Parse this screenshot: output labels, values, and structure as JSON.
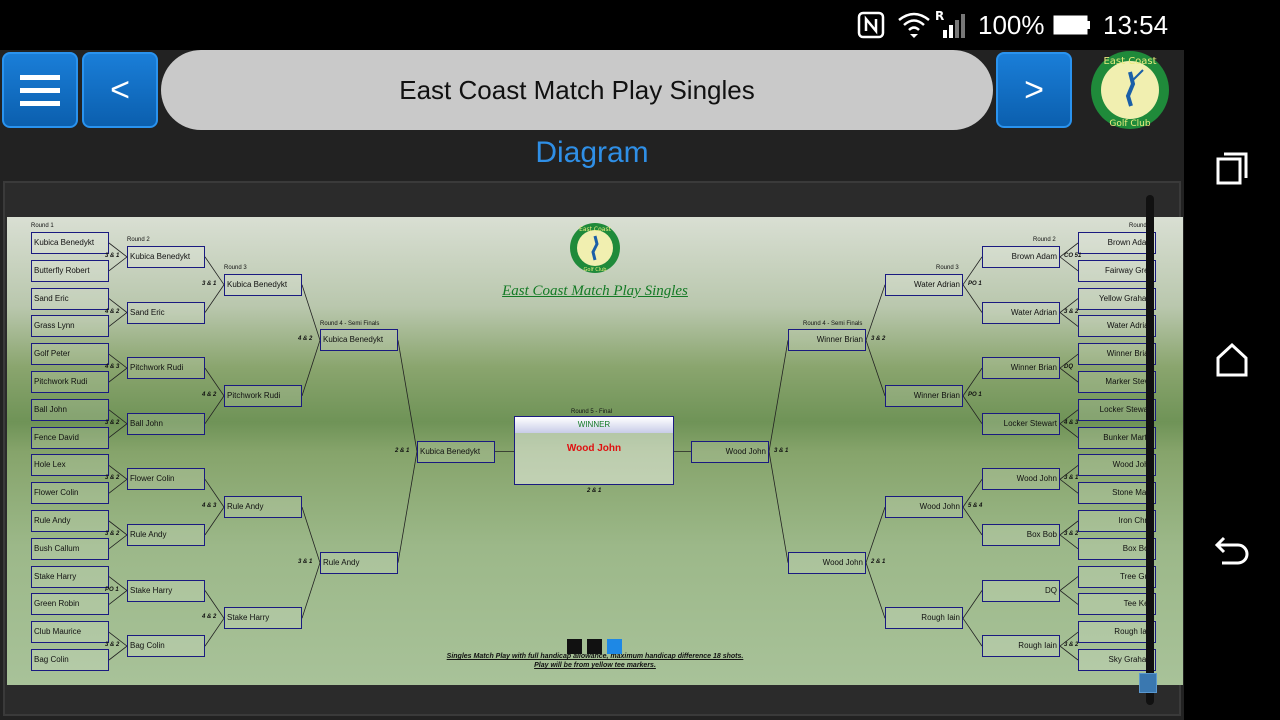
{
  "status_bar": {
    "battery": "100%",
    "time": "13:54",
    "icons": [
      "nfc-icon",
      "wifi-icon",
      "roaming-signal-icon",
      "battery-icon"
    ]
  },
  "header": {
    "title": "East Coast Match Play Singles",
    "back_label": "<",
    "forward_label": ">",
    "menu_icon": "hamburger-menu-icon",
    "logo": {
      "line1": "East Coast",
      "line2": "Golf Club"
    }
  },
  "subtitle": "Diagram",
  "diagram": {
    "title": "East Coast Match Play Singles",
    "logo": {
      "line1": "East Coast",
      "line2": "Golf Club"
    },
    "round_labels": {
      "r1": "Round 1",
      "r2": "Round 2",
      "r3": "Round 3",
      "r4": "Round 4 - Semi Finals",
      "r5": "Round 5 - Final"
    },
    "left": {
      "r1": [
        "Kubica Benedykt",
        "Butterfly Robert",
        "Sand Eric",
        "Grass Lynn",
        "Golf Peter",
        "Pitchwork Rudi",
        "Ball John",
        "Fence David",
        "Hole Lex",
        "Flower Colin",
        "Rule Andy",
        "Bush Callum",
        "Stake Harry",
        "Green Robin",
        "Club Maurice",
        "Bag Colin"
      ],
      "r1_scores": [
        "3 & 1",
        "4 & 2",
        "4 & 3",
        "3 & 2",
        "3 & 2",
        "3 & 2",
        "PO 1",
        "3 & 2"
      ],
      "r2": [
        "Kubica Benedykt",
        "Sand Eric",
        "Pitchwork Rudi",
        "Ball John",
        "Flower Colin",
        "Rule Andy",
        "Stake Harry",
        "Bag Colin"
      ],
      "r2_scores": [
        "3 & 1",
        "4 & 2",
        "4 & 3",
        "4 & 2"
      ],
      "r3": [
        "Kubica Benedykt",
        "Pitchwork Rudi",
        "Rule Andy",
        "Stake Harry"
      ],
      "r3_scores": [
        "4 & 2",
        "3 & 1"
      ],
      "r4": [
        "Kubica Benedykt",
        "Rule Andy"
      ],
      "r4_score": "2 & 1",
      "r5": "Kubica Benedykt"
    },
    "right": {
      "r1": [
        "Brown Adam",
        "Fairway Greg",
        "Yellow Graham",
        "Water Adrian",
        "Winner Brian",
        "Marker Steve",
        "Locker Stewart",
        "Bunker Martin",
        "Wood John",
        "Stone Mark",
        "Iron Chris",
        "Box Bob",
        "Tree Gus",
        "Tee Ken",
        "Rough Iain",
        "Sky Graham"
      ],
      "r1_scores": [
        "CO 51",
        "3 & 2",
        "DQ",
        "4 & 3",
        "3 & 1",
        "3 & 2",
        "",
        "3 & 2"
      ],
      "r2": [
        "Brown Adam",
        "Water Adrian",
        "Winner Brian",
        "Locker Stewart",
        "Wood John",
        "Box Bob",
        "DQ",
        "Rough Iain"
      ],
      "r2_scores": [
        "PO 1",
        "PO 1",
        "5 & 4",
        ""
      ],
      "r3": [
        "Water Adrian",
        "Winner Brian",
        "Wood John",
        "Rough Iain"
      ],
      "r3_scores": [
        "3 & 2",
        "2 & 1"
      ],
      "r4": [
        "Winner Brian",
        "Wood John"
      ],
      "r4_score": "3 & 1",
      "r5": "Wood John"
    },
    "winner_label": "WINNER",
    "winner_name": "Wood John",
    "final_score": "2 & 1",
    "footer_line1": "Singles Match Play with full handicap allowance, maximum handicap difference 18 shots.",
    "footer_line2": "Play will be from yellow tee markers.",
    "color_chips": [
      "#111111",
      "#111111",
      "#1e88e5"
    ]
  },
  "nav_bar": {
    "icons": [
      "recent-apps-icon",
      "home-icon",
      "back-icon"
    ]
  }
}
